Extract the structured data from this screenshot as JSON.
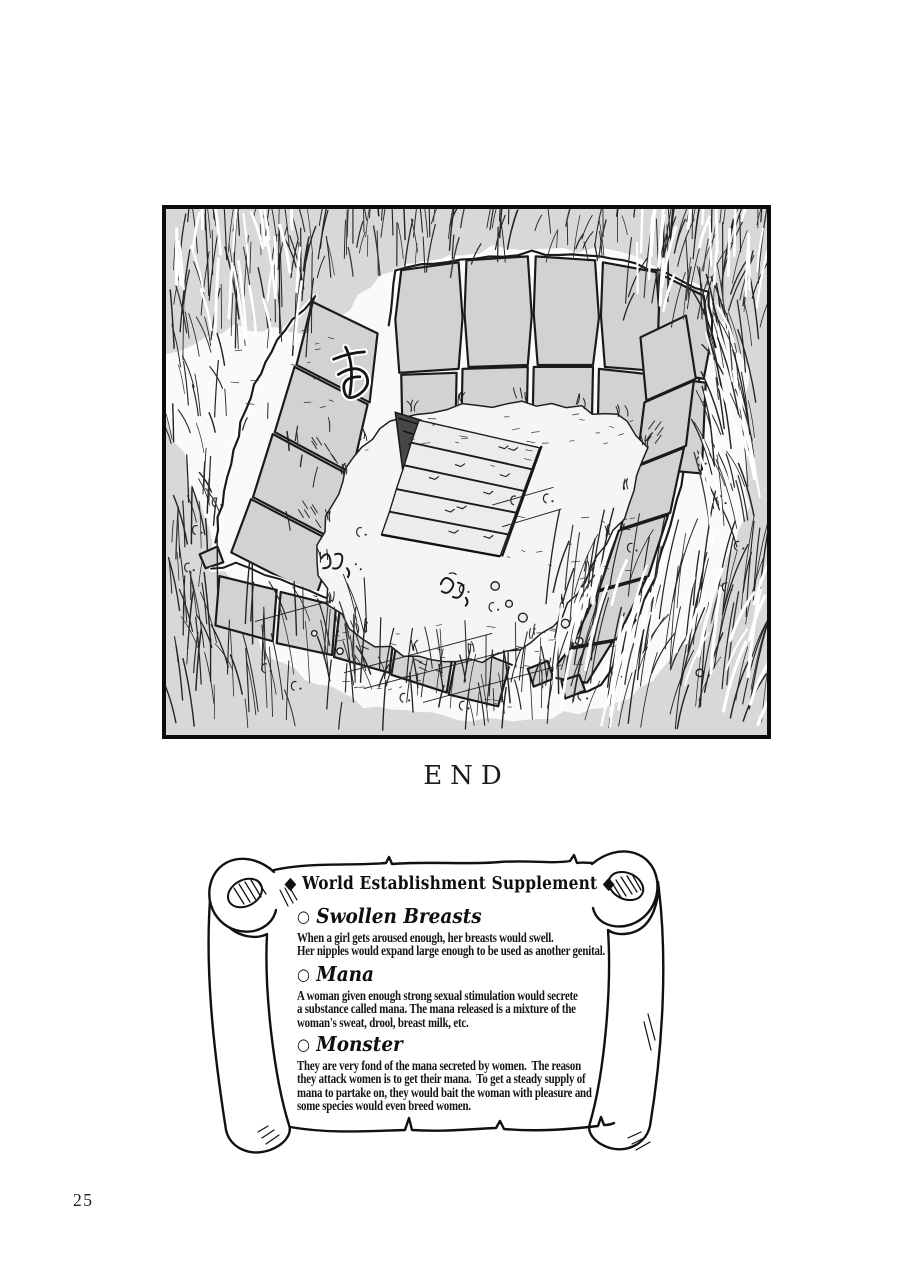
{
  "page": {
    "end_label": "END",
    "number": "25"
  },
  "colors": {
    "ink": "#1a1a1a",
    "tone": "#d8d8d8",
    "stone": "#d2d2d2",
    "ground": "#fafaf9",
    "mound": "#f5f5f3",
    "pit": "#474747"
  },
  "panel": {
    "sfx_large": "あ",
    "sfx_small_left": "なぁ、",
    "sfx_small_right": "はぁ、"
  },
  "scroll": {
    "title": "◆ World Establishment Supplement ◆",
    "sections": [
      {
        "marker": "○",
        "heading": "Swollen Breasts",
        "body": "When a girl gets aroused enough, her breasts would swell.\nHer nipples would expand large enough to be used as another genital."
      },
      {
        "marker": "○",
        "heading": "Mana",
        "body": "A woman given enough strong sexual stimulation would secrete\na substance called mana. The mana released is a mixture of the\nwoman's sweat, drool, breast milk, etc."
      },
      {
        "marker": "○",
        "heading": "Monster",
        "body": "They are very fond of the mana secreted by women.  The reason\nthey attack women is to get their mana.  To get a steady supply of\nmana to partake on, they would bait the woman with pleasure and\nsome species would even breed women."
      }
    ]
  }
}
